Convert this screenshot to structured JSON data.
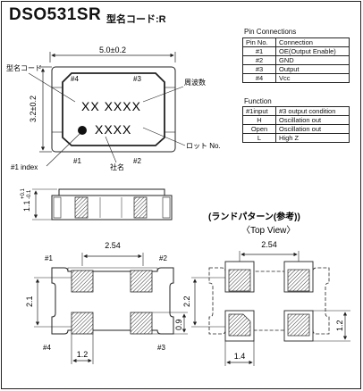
{
  "header": {
    "model": "DSO531SR",
    "subtitle": "型名コード:R"
  },
  "pin_table": {
    "title": "Pin Connections",
    "columns": [
      "Pin No.",
      "Connection"
    ],
    "rows": [
      [
        "#1",
        "OE(Output Enable)"
      ],
      [
        "#2",
        "GND"
      ],
      [
        "#3",
        "Output"
      ],
      [
        "#4",
        "Vcc"
      ]
    ]
  },
  "function_table": {
    "title": "Function",
    "columns": [
      "#1input",
      "#3 output condition"
    ],
    "rows": [
      [
        "H",
        "Oscillation out"
      ],
      [
        "Open",
        "Oscillation out"
      ],
      [
        "L",
        "High Z"
      ]
    ]
  },
  "top_view": {
    "width_dim": "5.0±0.2",
    "height_dim": "3.2±0.2",
    "marking_line1": "XX XXXX",
    "marking_line2": "XXXX",
    "labels": {
      "model_code": "型名コード",
      "frequency": "周波数",
      "lot_no": "ロット No.",
      "index": "#1 index",
      "company": "社名"
    },
    "pins": [
      "#1",
      "#2",
      "#3",
      "#4"
    ]
  },
  "side_view": {
    "height_dim": "1.1+0.1\n-0.1",
    "height_main": "1.1",
    "height_tol_plus": "+0.1",
    "height_tol_minus": "-0.1"
  },
  "bottom_view": {
    "pitch": "2.54",
    "height": "2.1",
    "pad_width": "1.2",
    "pad_height": "0.9",
    "pins": [
      "#1",
      "#2",
      "#3",
      "#4"
    ]
  },
  "land_pattern": {
    "title": "(ランドパターン(参考))",
    "subtitle": "〈Top View〉",
    "pitch": "2.54",
    "height": "2.2",
    "pad_width": "1.4",
    "pad_height": "1.2"
  }
}
